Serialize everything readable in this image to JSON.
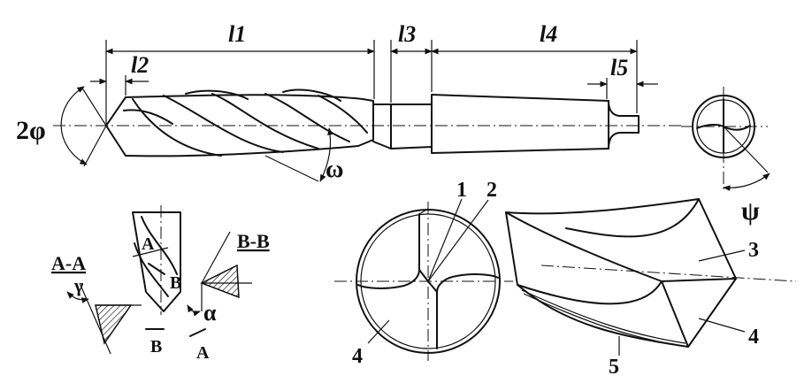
{
  "labels": {
    "two_phi": "2φ",
    "l1": "l1",
    "l2": "l2",
    "l3": "l3",
    "l4": "l4",
    "l5": "l5",
    "omega": "ω",
    "psi": "ψ",
    "section_aa": "A-A",
    "section_bb": "B-B",
    "gamma": "γ",
    "alpha": "α",
    "marker_a": "A",
    "marker_b": "B",
    "callouts": [
      "1",
      "2",
      "3",
      "4",
      "5"
    ]
  }
}
